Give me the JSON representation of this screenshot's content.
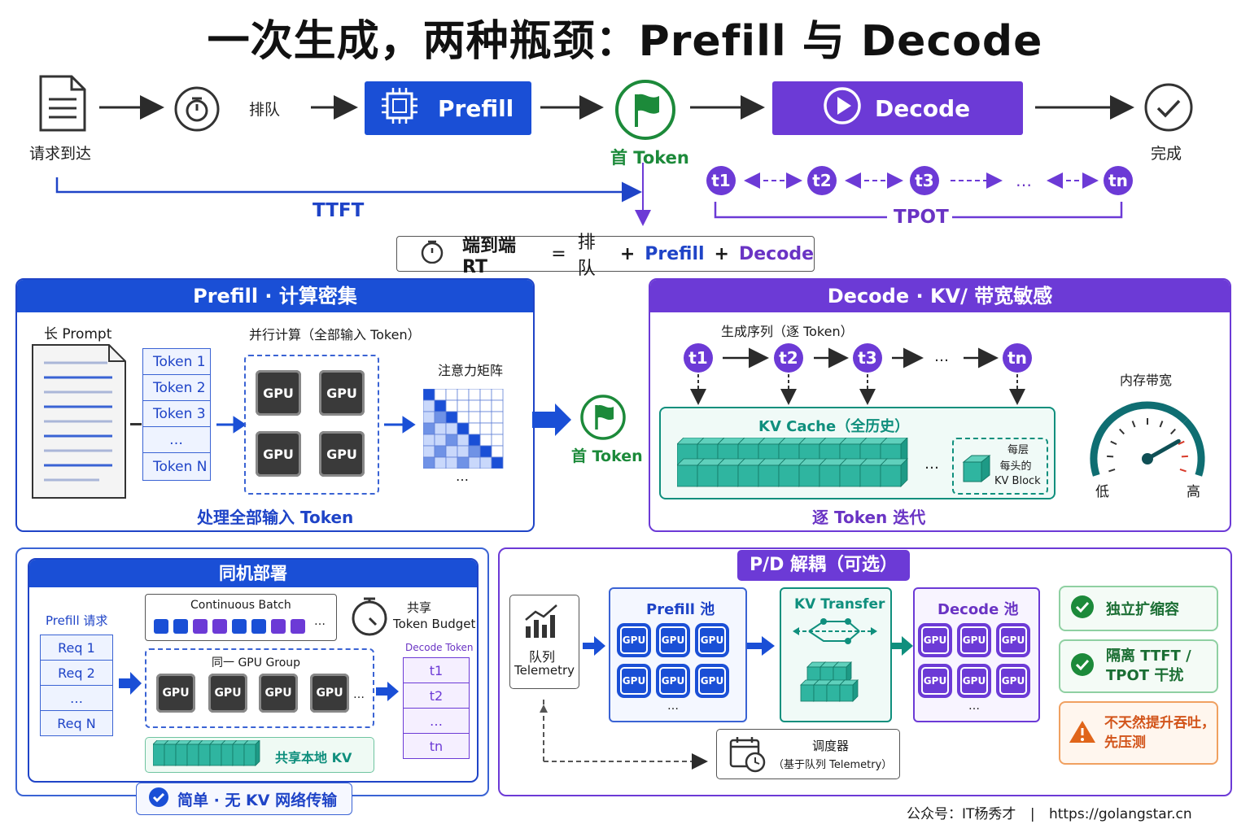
{
  "title": "一次生成，两种瓶颈：Prefill 与 Decode",
  "flow": {
    "request_arrive": "请求到达",
    "queue": "排队",
    "prefill": "Prefill",
    "first_token": "首 Token",
    "decode": "Decode",
    "done": "完成",
    "ttft": "TTFT",
    "tpot": "TPOT",
    "tokens": [
      "t1",
      "t2",
      "t3",
      "…",
      "tn"
    ]
  },
  "rt": {
    "label": "端到端 RT",
    "eq": "=",
    "queue": "排队",
    "plus1": "+",
    "prefill": "Prefill",
    "plus2": "+",
    "decode": "Decode"
  },
  "prefill_panel": {
    "header": "Prefill · 计算密集",
    "long_prompt": "长 Prompt",
    "parallel": "并行计算（全部输入 Token）",
    "tokens": [
      "Token 1",
      "Token 2",
      "Token 3",
      "…",
      "Token N"
    ],
    "gpu": "GPU",
    "attention": "注意力矩阵",
    "dots": "…",
    "first_token": "首 Token",
    "footer": "处理全部输入 Token"
  },
  "decode_panel": {
    "header": "Decode · KV/ 带宽敏感",
    "seq_label": "生成序列（逐 Token）",
    "tokens": [
      "t1",
      "t2",
      "t3",
      "…",
      "tn"
    ],
    "kv_cache": "KV Cache（全历史）",
    "per_layer_1": "每层",
    "per_layer_2": "每头的",
    "per_layer_3": "KV Block",
    "dots": "…",
    "mem_bw": "内存带宽",
    "low": "低",
    "high": "高",
    "footer": "逐 Token 迭代",
    "gauge_level": 0.78
  },
  "colocated": {
    "header": "同机部署",
    "prefill_req": "Prefill 请求",
    "reqs": [
      "Req 1",
      "Req 2",
      "…",
      "Req N"
    ],
    "continuous_batch": "Continuous Batch",
    "shared_budget_1": "共享",
    "shared_budget_2": "Token Budget",
    "gpu_group": "同一 GPU Group",
    "gpu": "GPU",
    "dots": "…",
    "decode_token": "Decode Token",
    "decode_tokens": [
      "t1",
      "t2",
      "…",
      "tn"
    ],
    "shared_kv": "共享本地 KV",
    "footer": "简单 · 无 KV 网络传输",
    "batch_colors": [
      "#1a4fd6",
      "#1a4fd6",
      "#6c3ad6",
      "#6c3ad6",
      "#1a4fd6",
      "#1a4fd6",
      "#6c3ad6",
      "#6c3ad6"
    ]
  },
  "pd": {
    "header": "P/D 解耦（可选）",
    "queue_1": "队列",
    "queue_2": "Telemetry",
    "prefill_pool": "Prefill 池",
    "kv_transfer": "KV Transfer",
    "decode_pool": "Decode 池",
    "gpu": "GPU",
    "dots": "…",
    "scheduler_1": "调度器",
    "scheduler_2": "（基于队列 Telemetry）",
    "feat1": "独立扩缩容",
    "feat2_1": "隔离 TTFT /",
    "feat2_2": "TPOT 干扰",
    "warn_1": "不天然提升吞吐，",
    "warn_2": "先压测"
  },
  "footer": {
    "account": "公众号：IT杨秀才",
    "sep": "|",
    "url": "https://golangstar.cn"
  }
}
